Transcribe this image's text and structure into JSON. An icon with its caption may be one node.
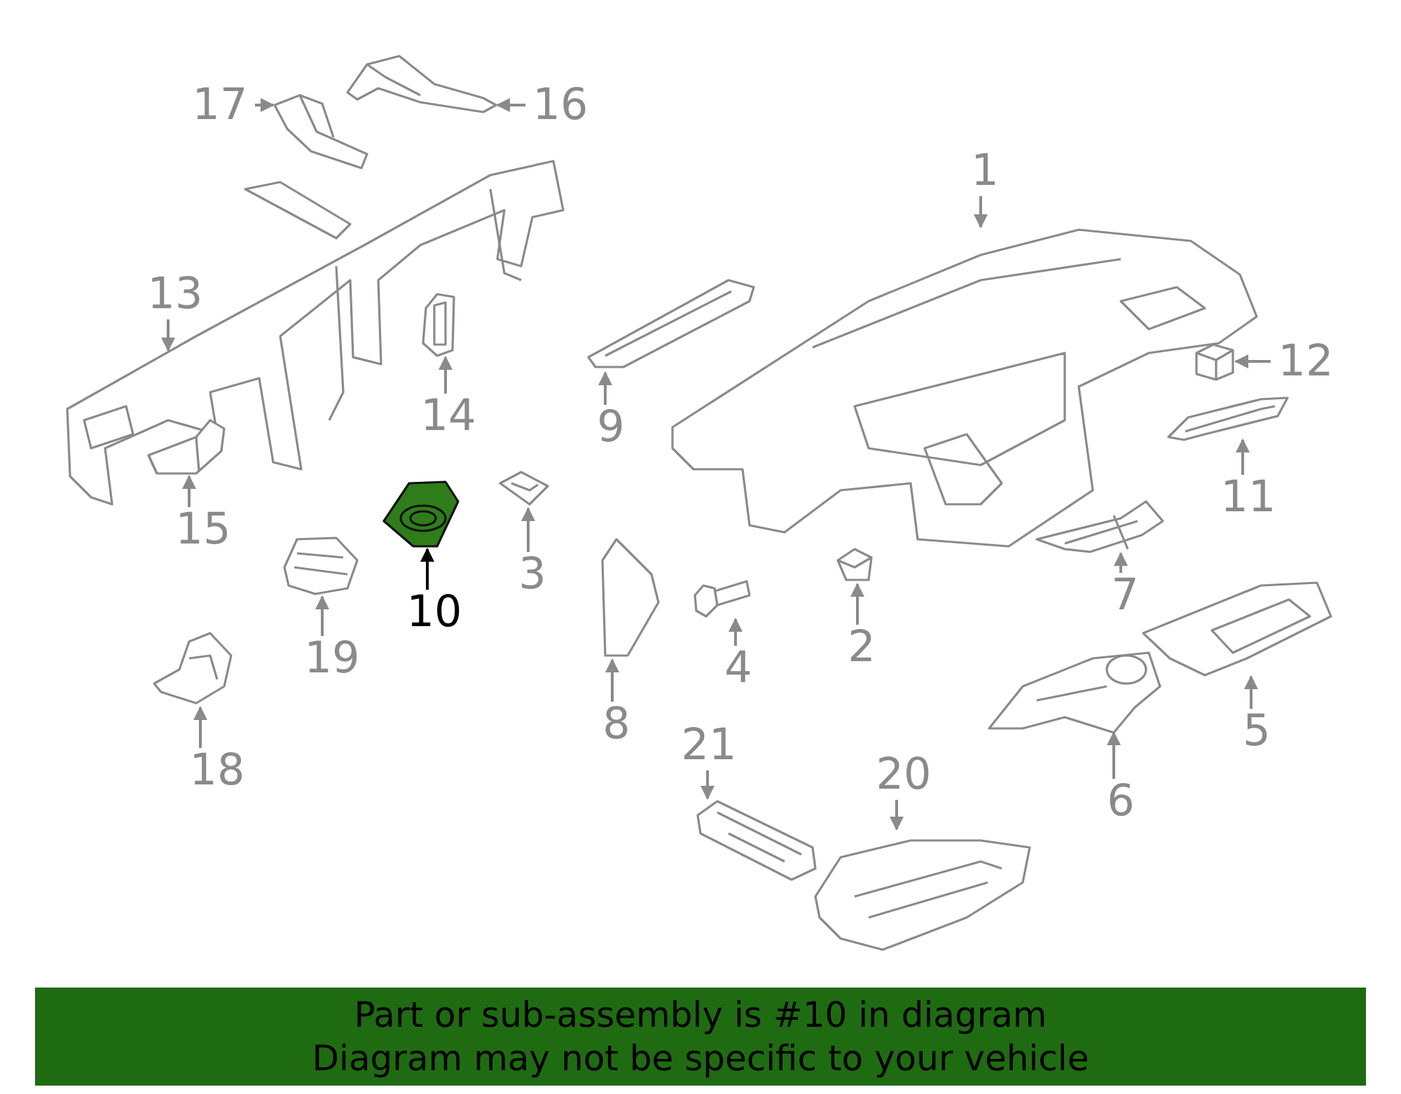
{
  "diagram": {
    "nodes": [
      {
        "text": [
          "17"
        ]
      },
      {
        "text": [],
        "shape": "picture"
      },
      {
        "text": [
          "16"
        ]
      },
      {
        "text": [],
        "shape": "picture"
      },
      {
        "text": [
          "1"
        ]
      },
      {
        "text": [],
        "shape": "picture"
      },
      {
        "text": [
          "13"
        ]
      },
      {
        "text": [],
        "shape": "picture"
      },
      {
        "text": [
          "14"
        ]
      },
      {
        "text": [],
        "shape": "picture"
      },
      {
        "text": [
          "9"
        ]
      },
      {
        "text": [],
        "shape": "picture"
      },
      {
        "text": [
          "12"
        ]
      },
      {
        "text": [],
        "shape": "picture"
      },
      {
        "text": [
          "11"
        ]
      },
      {
        "text": [],
        "shape": "picture"
      },
      {
        "text": [
          "15"
        ]
      },
      {
        "text": [],
        "shape": "picture"
      },
      {
        "text": [
          "3"
        ]
      },
      {
        "text": [],
        "shape": "picture"
      },
      {
        "text": [
          "10"
        ]
      },
      {
        "text": [],
        "shape": "picture"
      },
      {
        "text": [
          "19"
        ]
      },
      {
        "text": [],
        "shape": "picture"
      },
      {
        "text": [
          "7"
        ]
      },
      {
        "text": [],
        "shape": "picture"
      },
      {
        "text": [
          "2"
        ]
      },
      {
        "text": [],
        "shape": "picture"
      },
      {
        "text": [
          "4"
        ]
      },
      {
        "text": [],
        "shape": "picture"
      },
      {
        "text": [
          "8"
        ]
      },
      {
        "text": [],
        "shape": "picture"
      },
      {
        "text": [
          "5"
        ]
      },
      {
        "text": [],
        "shape": "picture"
      },
      {
        "text": [
          "18"
        ]
      },
      {
        "text": [],
        "shape": "picture"
      },
      {
        "text": [
          "6"
        ]
      },
      {
        "text": [],
        "shape": "picture"
      },
      {
        "text": [
          "21"
        ]
      },
      {
        "text": [],
        "shape": "picture"
      },
      {
        "text": [
          "20"
        ]
      },
      {
        "text": [],
        "shape": "picture"
      },
      {
        "text": [
          "Part or sub-assembly is #10 in diagram",
          "Diagram may not be specific to your vehicle"
        ]
      }
    ],
    "edges": [
      {
        "from": 0,
        "to": 1,
        "arrow": "to"
      },
      {
        "from": 2,
        "to": 3,
        "arrow": "to"
      },
      {
        "from": 4,
        "to": 5,
        "arrow": "to"
      },
      {
        "from": 6,
        "to": 7,
        "arrow": "to"
      },
      {
        "from": 8,
        "to": 9,
        "arrow": "to"
      },
      {
        "from": 10,
        "to": 11,
        "arrow": "to"
      },
      {
        "from": 12,
        "to": 13,
        "arrow": "to"
      },
      {
        "from": 14,
        "to": 15,
        "arrow": "to"
      },
      {
        "from": 16,
        "to": 17,
        "arrow": "to"
      },
      {
        "from": 18,
        "to": 19,
        "arrow": "to"
      },
      {
        "from": 20,
        "to": 21,
        "arrow": "to",
        "color": "#000000"
      },
      {
        "from": 22,
        "to": 23,
        "arrow": "to"
      },
      {
        "from": 24,
        "to": 25,
        "arrow": "to"
      },
      {
        "from": 26,
        "to": 27,
        "arrow": "to"
      },
      {
        "from": 28,
        "to": 29,
        "arrow": "to"
      },
      {
        "from": 30,
        "to": 31,
        "arrow": "to"
      },
      {
        "from": 32,
        "to": 33,
        "arrow": "to"
      },
      {
        "from": 34,
        "to": 35,
        "arrow": "to"
      },
      {
        "from": 36,
        "to": 37,
        "arrow": "to"
      },
      {
        "from": 38,
        "to": 39,
        "arrow": "to"
      },
      {
        "from": 40,
        "to": 41,
        "arrow": "to"
      }
    ]
  }
}
